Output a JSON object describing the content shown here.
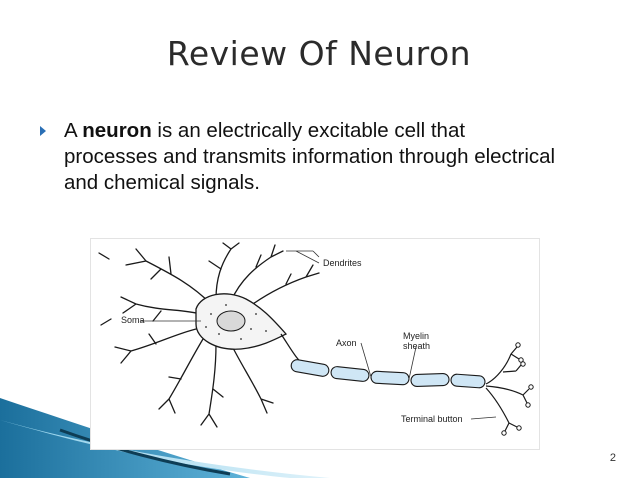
{
  "slide": {
    "title": "Review Of Neuron",
    "bullet": {
      "prefix": "A ",
      "bold": "neuron",
      "suffix": " is an electrically excitable cell that processes and transmits information through electrical and chemical signals."
    },
    "figure_labels": {
      "dendrites": "Dendrites",
      "soma": "Soma",
      "axon": "Axon",
      "myelin_line1": "Myelin",
      "myelin_line2": "sheath",
      "terminal": "Terminal button"
    },
    "page_number": "2",
    "colors": {
      "bullet": "#2a6fb5",
      "myelin": "#cfe6f5",
      "decor_dark": "#1b6f9c",
      "decor_light": "#5fb3d9"
    }
  }
}
